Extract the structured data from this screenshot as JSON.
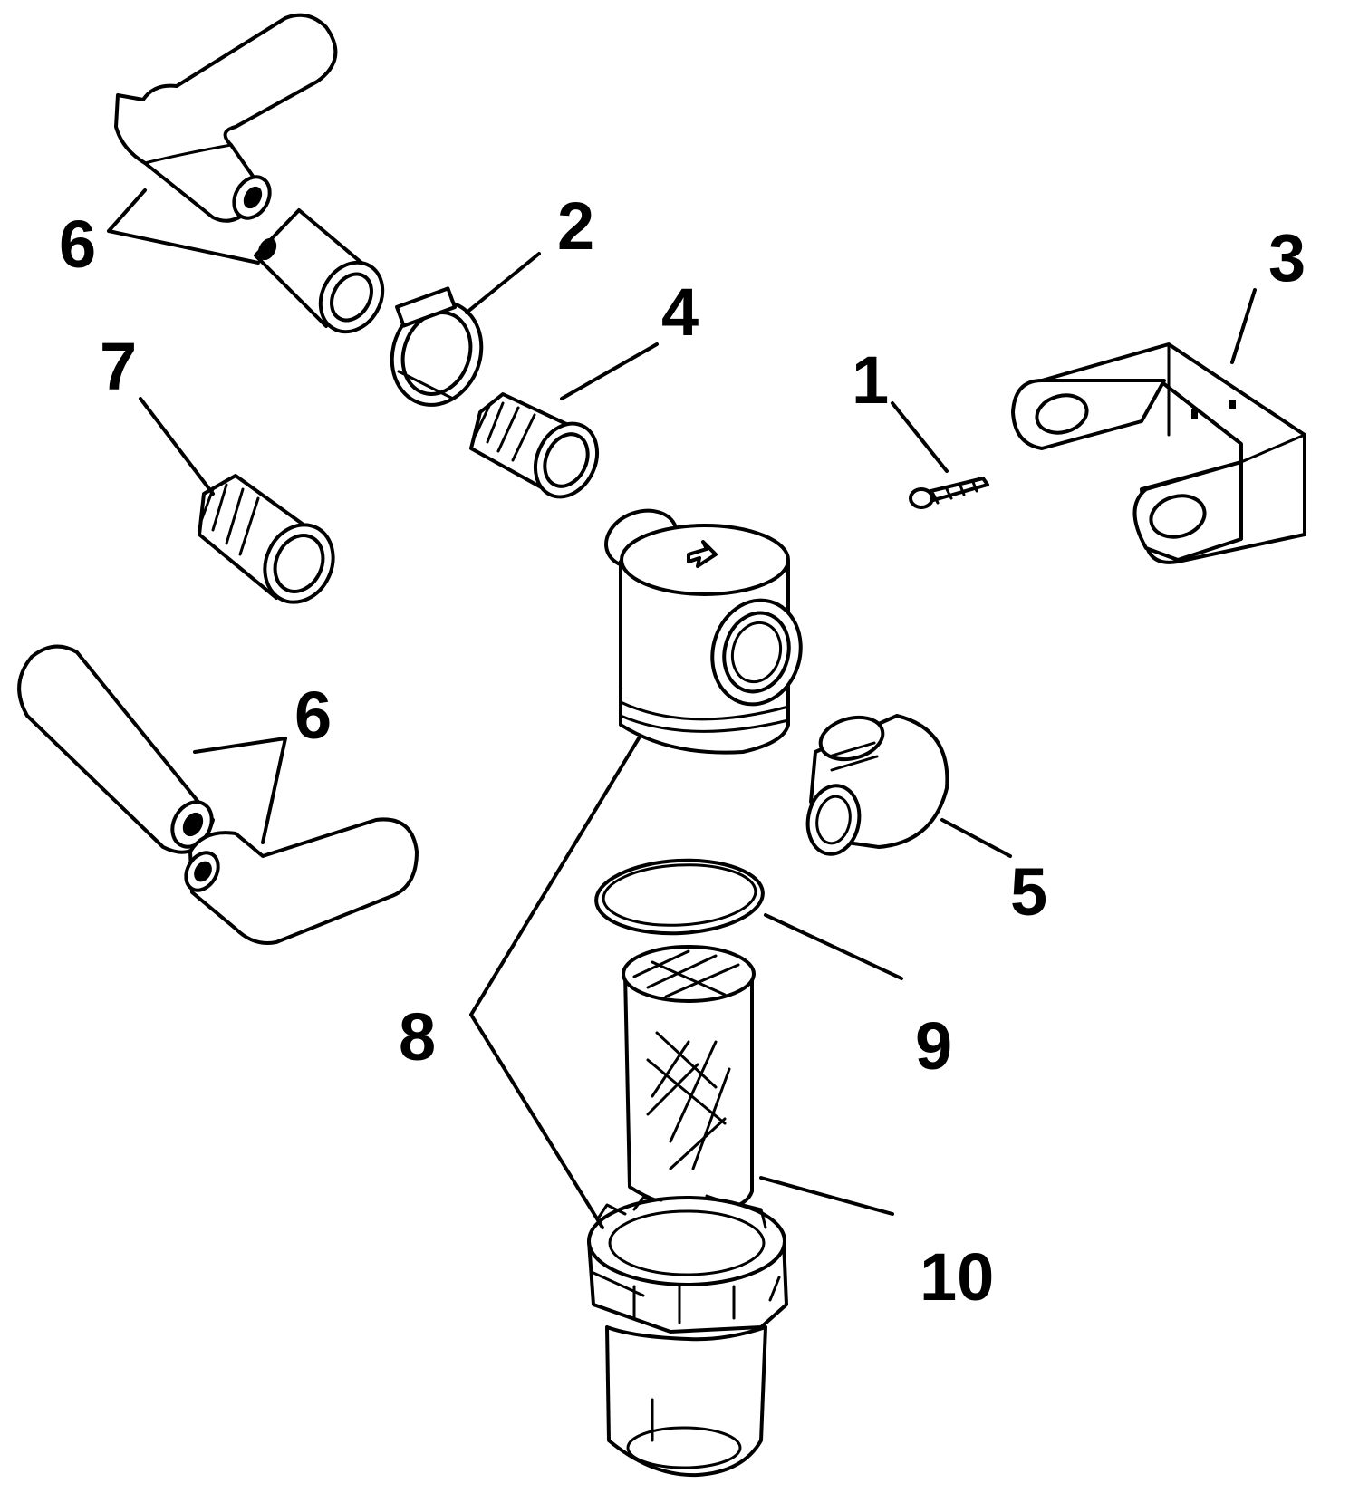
{
  "colors": {
    "ink": "#000000",
    "paper": "#ffffff"
  },
  "callouts": {
    "c1": "1",
    "c2": "2",
    "c3": "3",
    "c4": "4",
    "c5": "5",
    "c6_top": "6",
    "c6_bottom": "6",
    "c7": "7",
    "c8": "8",
    "c9": "9",
    "c10": "10"
  }
}
